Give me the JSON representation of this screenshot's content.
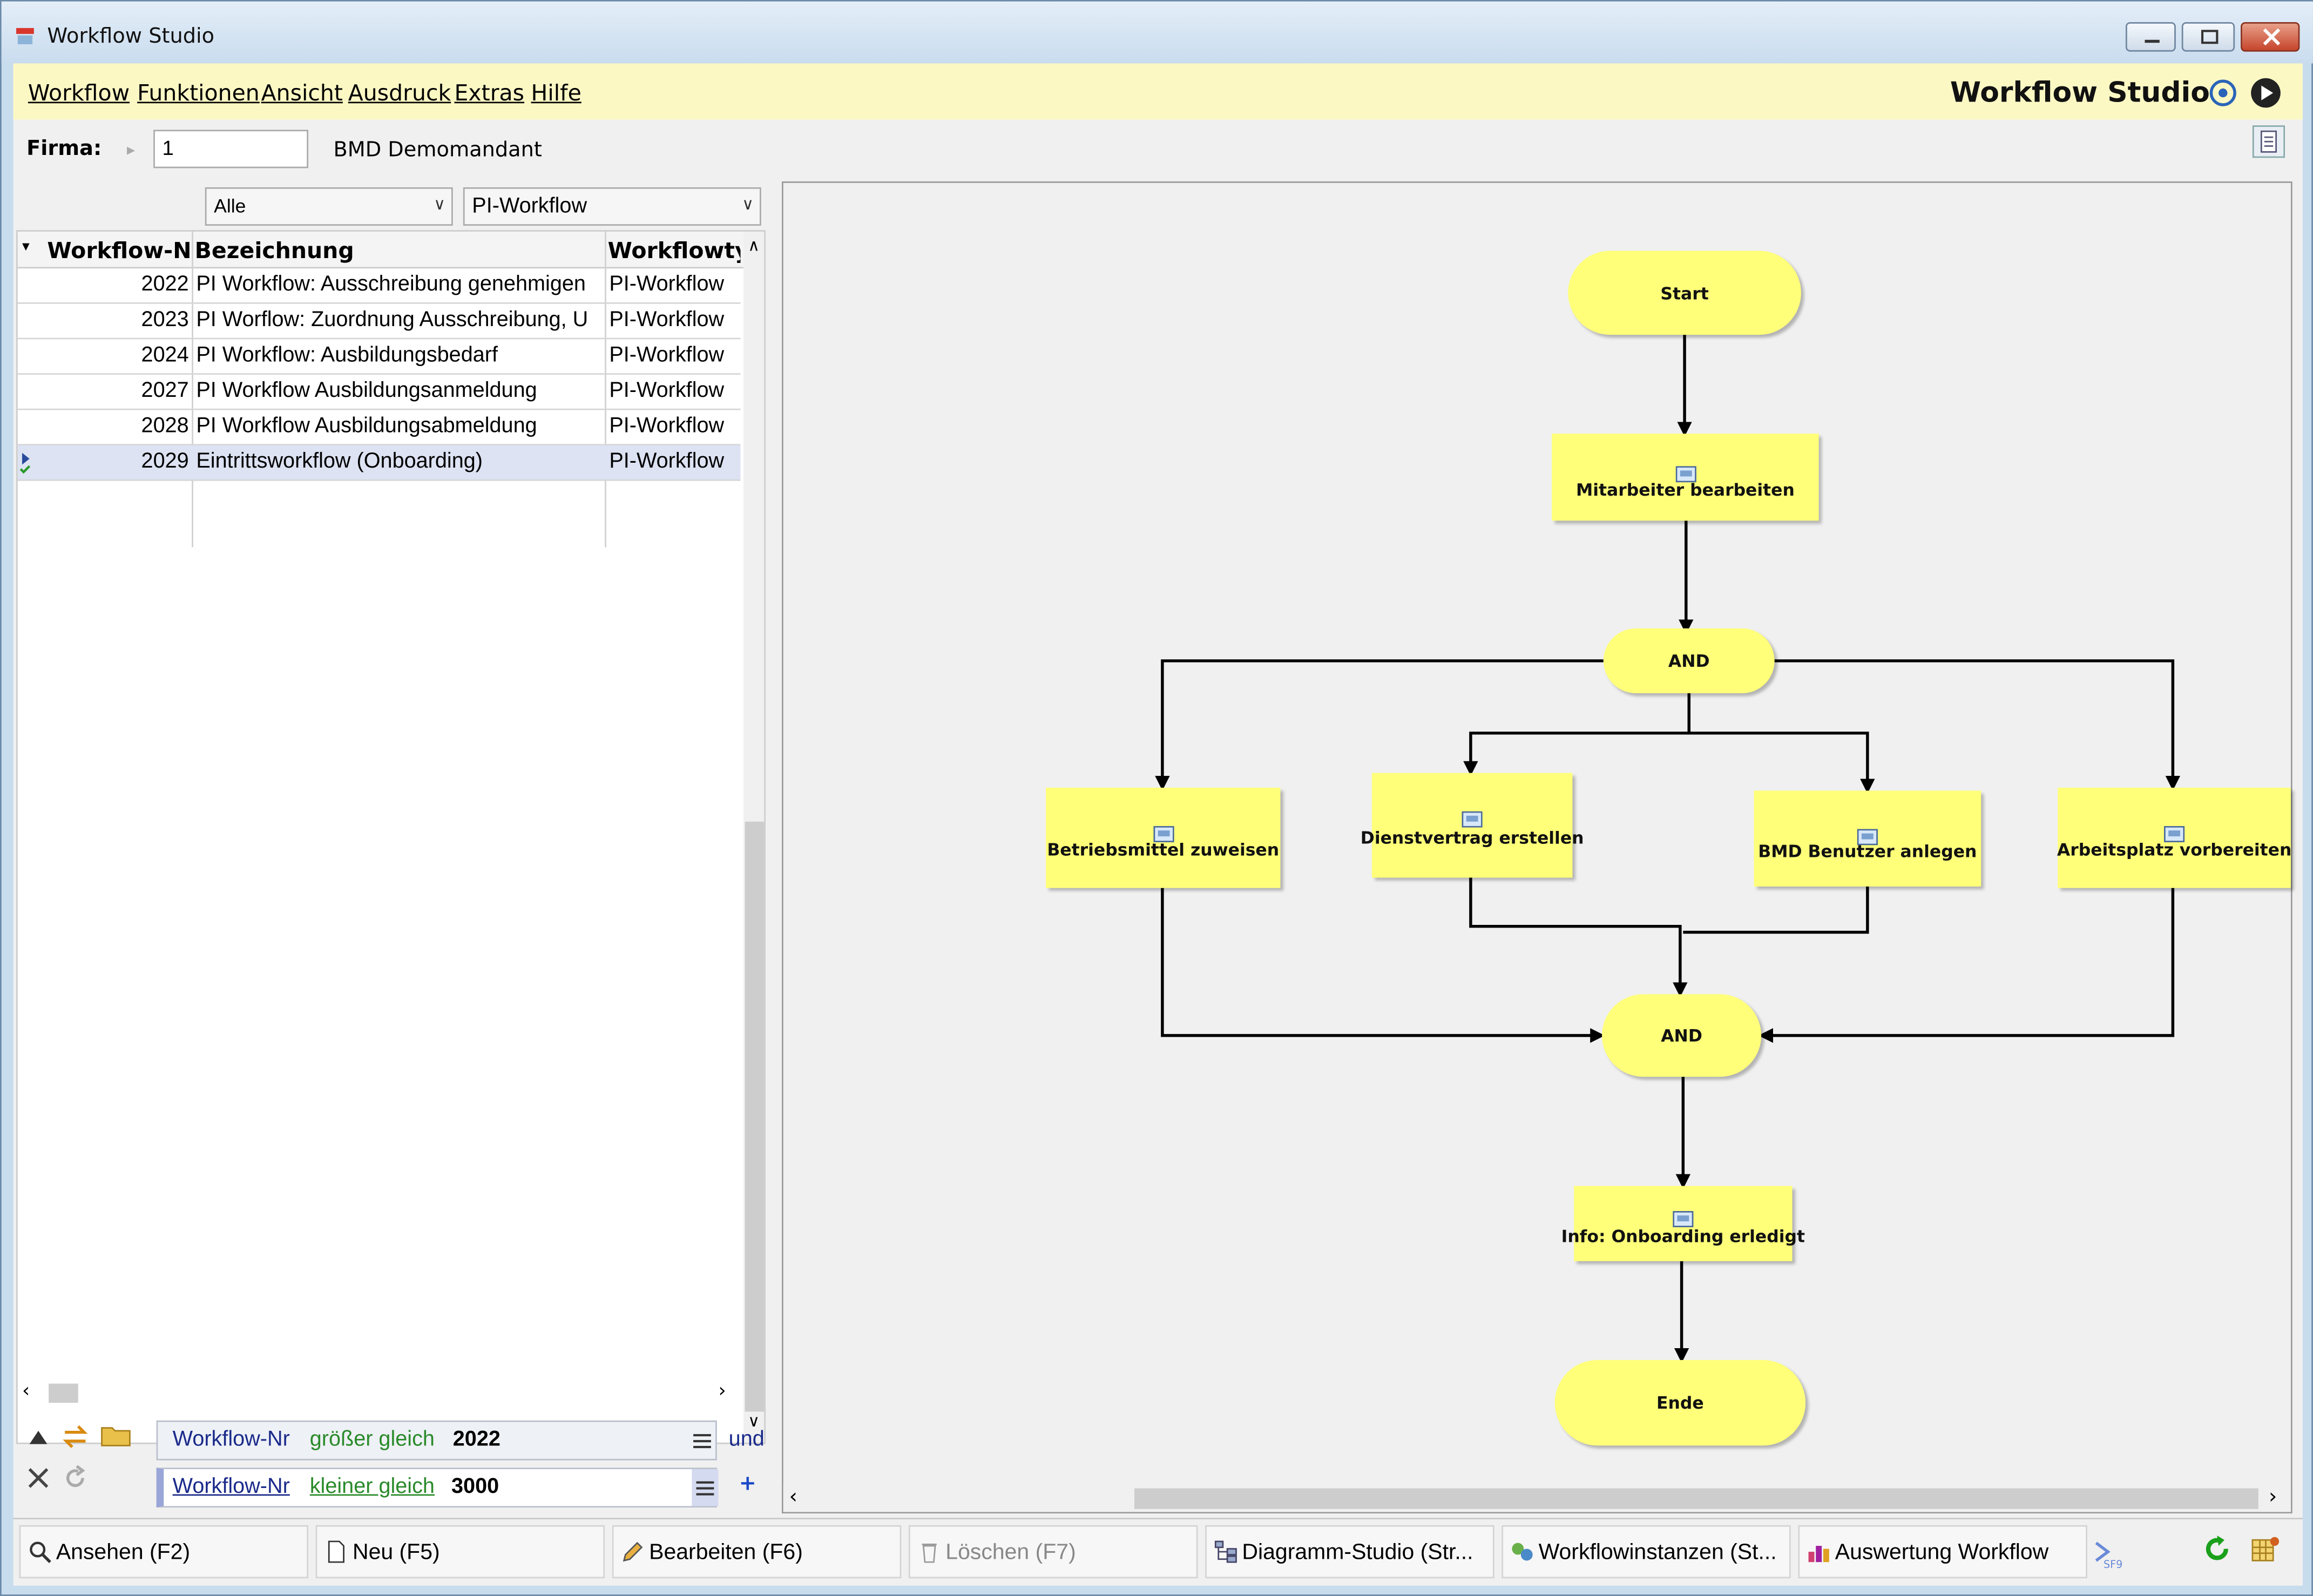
{
  "window": {
    "title": "Workflow Studio"
  },
  "menu": {
    "items": [
      "Workflow",
      "Funktionen",
      "Ansicht",
      "Ausdruck",
      "Extras",
      "Hilfe"
    ],
    "brand": "Workflow Studio"
  },
  "firma": {
    "label": "Firma:",
    "value": "1",
    "name": "BMD Demomandant"
  },
  "filters": {
    "scope_selected": "Alle",
    "type_selected": "PI-Workflow"
  },
  "table": {
    "columns": [
      "Workflow-Nr",
      "Bezeichnung",
      "Workflowtyp"
    ],
    "rows": [
      {
        "nr": "2022",
        "bezeichnung": "PI Workflow: Ausschreibung genehmigen",
        "typ": "PI-Workflow"
      },
      {
        "nr": "2023",
        "bezeichnung": "PI Worflow: Zuordnung Ausschreibung, U",
        "typ": "PI-Workflow"
      },
      {
        "nr": "2024",
        "bezeichnung": "PI Workflow: Ausbildungsbedarf",
        "typ": "PI-Workflow"
      },
      {
        "nr": "2027",
        "bezeichnung": "PI Workflow Ausbildungsanmeldung",
        "typ": "PI-Workflow"
      },
      {
        "nr": "2028",
        "bezeichnung": "PI Workflow Ausbildungsabmeldung",
        "typ": "PI-Workflow"
      },
      {
        "nr": "2029",
        "bezeichnung": "Eintrittsworkflow (Onboarding)",
        "typ": "PI-Workflow"
      }
    ],
    "selected_index": 5
  },
  "conditions": [
    {
      "field": "Workflow-Nr",
      "operator": "größer gleich",
      "value": "2022",
      "join": "und"
    },
    {
      "field": "Workflow-Nr",
      "operator": "kleiner gleich",
      "value": "3000"
    }
  ],
  "diagram": {
    "start": "Start",
    "step1": "Mitarbeiter bearbeiten",
    "and_split": "AND",
    "branch1": "Betriebsmittel zuweisen",
    "branch2": "Dienstvertrag erstellen",
    "branch3": "BMD Benutzer anlegen",
    "branch4": "Arbeitsplatz vorbereiten",
    "and_join": "AND",
    "info": "Info: Onboarding erledigt",
    "end": "Ende"
  },
  "toolbar": {
    "view": "Ansehen (F2)",
    "new": "Neu (F5)",
    "edit": "Bearbeiten (F6)",
    "delete": "Löschen (F7)",
    "diagram": "Diagramm-Studio (Str...",
    "instances": "Workflowinstanzen (St...",
    "report": "Auswertung Workflow"
  },
  "colors": {
    "node_fill": "#ffff7a",
    "menubar": "#fcf8c4",
    "title_gradient_top": "#e4eef8",
    "selection": "#dde3f3"
  }
}
